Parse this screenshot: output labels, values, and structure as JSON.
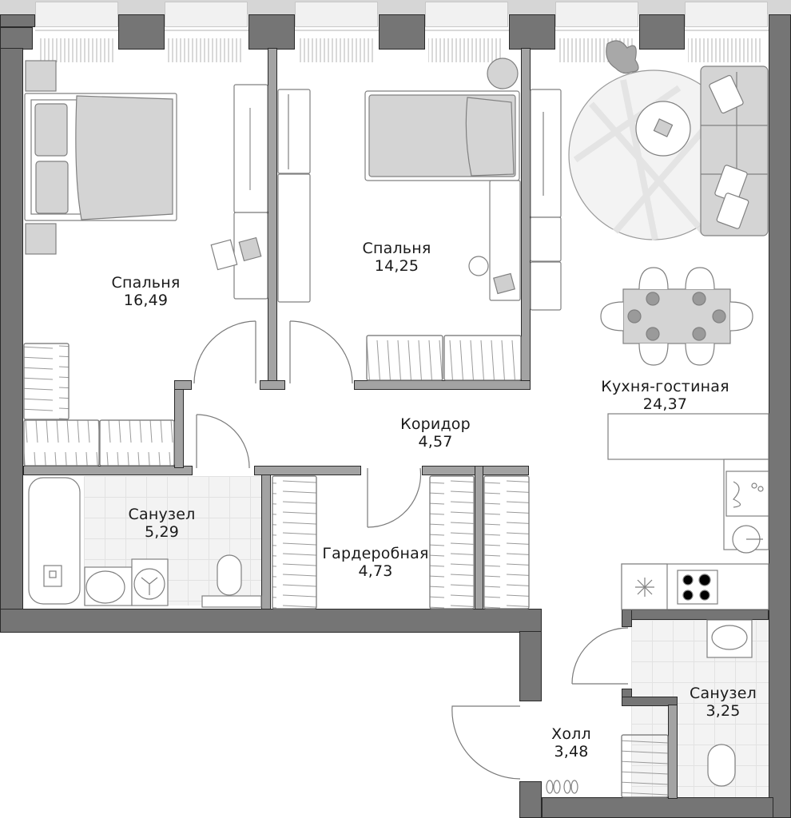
{
  "plan": {
    "rooms": [
      {
        "id": "bedroom-1",
        "name": "Спальня",
        "area": "16,49"
      },
      {
        "id": "bedroom-2",
        "name": "Спальня",
        "area": "14,25"
      },
      {
        "id": "kitchen-living",
        "name": "Кухня-гостиная",
        "area": "24,37"
      },
      {
        "id": "corridor",
        "name": "Коридор",
        "area": "4,57"
      },
      {
        "id": "bathroom-1",
        "name": "Санузел",
        "area": "5,29"
      },
      {
        "id": "wardrobe",
        "name": "Гардеробная",
        "area": "4,73"
      },
      {
        "id": "hall",
        "name": "Холл",
        "area": "3,48"
      },
      {
        "id": "bathroom-2",
        "name": "Санузел",
        "area": "3,25"
      }
    ],
    "colors": {
      "exterior_wall": "#757575",
      "interior_wall": "#a3a3a3",
      "furniture_fill": "#d4d4d4",
      "tile_fill": "#f3f3f3",
      "line": "#7a7a7a",
      "text": "#1a1a1a"
    }
  }
}
